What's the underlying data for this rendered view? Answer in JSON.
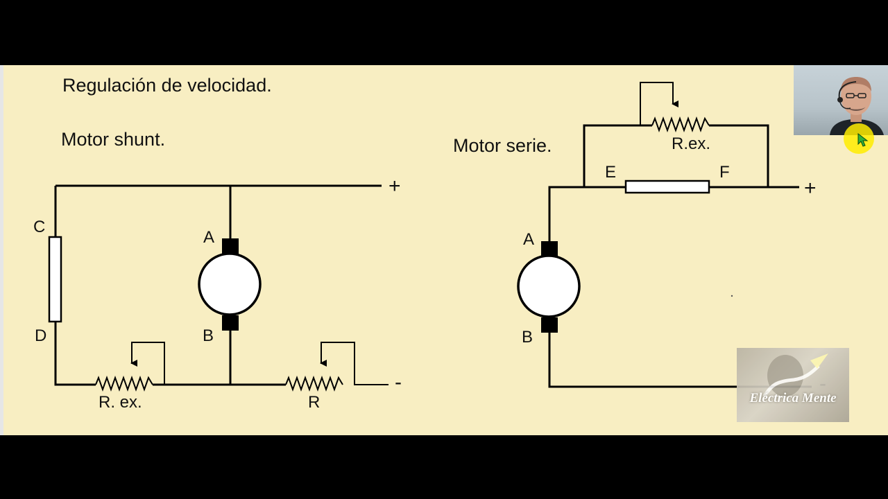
{
  "title": "Regulación de velocidad.",
  "shunt": {
    "heading": "Motor shunt.",
    "terminal_c": "C",
    "terminal_d": "D",
    "terminal_a": "A",
    "terminal_b": "B",
    "plus": "+",
    "minus": "-",
    "rheostat_ex_label": "R. ex.",
    "rheostat_r_label": "R"
  },
  "series": {
    "heading": "Motor serie.",
    "terminal_e": "E",
    "terminal_f": "F",
    "terminal_a": "A",
    "terminal_b": "B",
    "plus": "+",
    "minus": "-",
    "rheostat_ex_label": "R.ex."
  },
  "watermark": {
    "text": "Eléctrica Mente"
  },
  "colors": {
    "slide_background": "#f8eec2",
    "frame": "#000000",
    "cursor_highlight": "#ffec00",
    "wire": "#000000"
  }
}
